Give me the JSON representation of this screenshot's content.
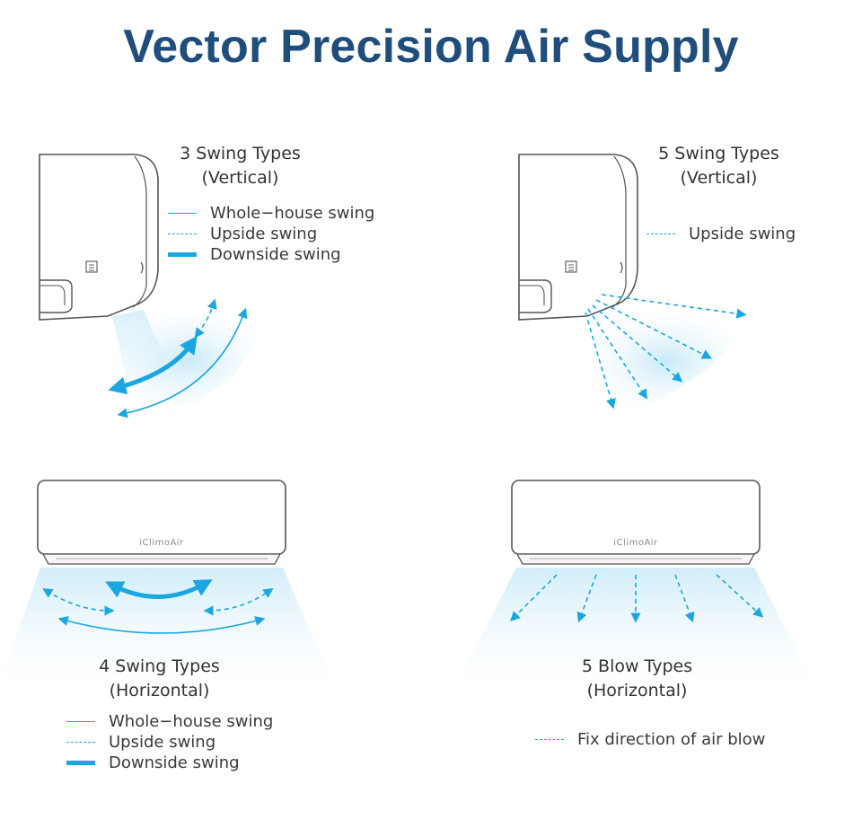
{
  "title": "Vector Precision Air Supply",
  "brand": "iClimoAir",
  "accent_color": "#1aa7e0",
  "title_color": "#1f4e7d",
  "panels": [
    {
      "title_line1": "3 Swing Types",
      "title_line2": "(Vertical)",
      "legend": [
        "Whole−house swing",
        "Upside swing",
        "Downside swing"
      ]
    },
    {
      "title_line1": "5 Swing Types",
      "title_line2": "(Vertical)",
      "legend": [
        "Upside swing"
      ]
    },
    {
      "title_line1": "4 Swing Types",
      "title_line2": "(Horizontal)",
      "legend": [
        "Whole−house swing",
        "Upside swing",
        "Downside swing"
      ]
    },
    {
      "title_line1": "5 Blow Types",
      "title_line2": "(Horizontal)",
      "legend": [
        "Fix direction of air blow"
      ]
    }
  ]
}
